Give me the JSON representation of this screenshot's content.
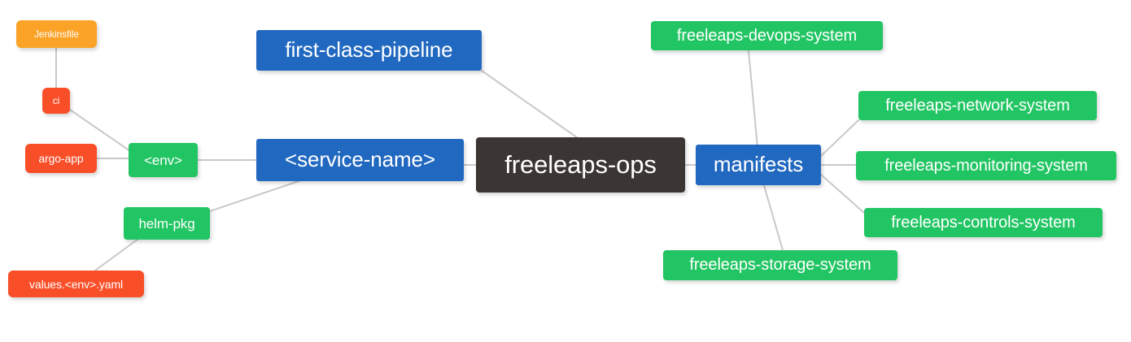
{
  "diagram": {
    "title": "freeleaps-ops repository mindmap",
    "type": "mindmap",
    "background": "#ffffff",
    "edge_color": "#c9c9c9",
    "palette": {
      "root_dark": "#3b3633",
      "blue": "#2168c0",
      "green": "#22c563",
      "orange": "#fba327",
      "red": "#f94f29",
      "label": "#ffffff"
    }
  },
  "nodes": {
    "root": {
      "label": "freeleaps-ops",
      "color": "#3b3633"
    },
    "first_class_pipeline": {
      "label": "first-class-pipeline",
      "color": "#2168c0"
    },
    "service_name": {
      "label": "<service-name>",
      "color": "#2168c0"
    },
    "manifests": {
      "label": "manifests",
      "color": "#2168c0"
    },
    "env": {
      "label": "<env>",
      "color": "#22c563"
    },
    "helm_pkg": {
      "label": "helm-pkg",
      "color": "#22c563"
    },
    "ci": {
      "label": "ci",
      "color": "#f94f29"
    },
    "argo_app": {
      "label": "argo-app",
      "color": "#f94f29"
    },
    "values_yaml": {
      "label": "values.<env>.yaml",
      "color": "#f94f29"
    },
    "jenkinsfile": {
      "label": "Jenkinsfile",
      "color": "#fba327"
    },
    "devops_system": {
      "label": "freeleaps-devops-system",
      "color": "#22c563"
    },
    "network_system": {
      "label": "freeleaps-network-system",
      "color": "#22c563"
    },
    "monitoring_system": {
      "label": "freeleaps-monitoring-system",
      "color": "#22c563"
    },
    "controls_system": {
      "label": "freeleaps-controls-system",
      "color": "#22c563"
    },
    "storage_system": {
      "label": "freeleaps-storage-system",
      "color": "#22c563"
    }
  },
  "edges": [
    {
      "from": "root",
      "to": "first_class_pipeline"
    },
    {
      "from": "root",
      "to": "service_name"
    },
    {
      "from": "root",
      "to": "manifests"
    },
    {
      "from": "service_name",
      "to": "env"
    },
    {
      "from": "service_name",
      "to": "helm_pkg"
    },
    {
      "from": "env",
      "to": "ci"
    },
    {
      "from": "env",
      "to": "argo_app"
    },
    {
      "from": "ci",
      "to": "jenkinsfile"
    },
    {
      "from": "helm_pkg",
      "to": "values_yaml"
    },
    {
      "from": "manifests",
      "to": "devops_system"
    },
    {
      "from": "manifests",
      "to": "network_system"
    },
    {
      "from": "manifests",
      "to": "monitoring_system"
    },
    {
      "from": "manifests",
      "to": "controls_system"
    },
    {
      "from": "manifests",
      "to": "storage_system"
    }
  ]
}
